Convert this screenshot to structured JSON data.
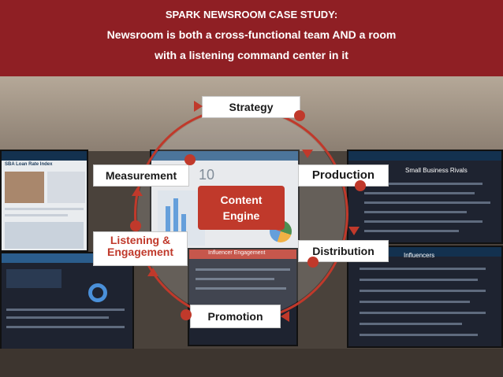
{
  "banner": {
    "title": "SPARK NEWSROOM CASE STUDY:",
    "line2": "Newsroom is both a cross-functional team AND a room",
    "line3": "with a listening command center in it"
  },
  "cycle": {
    "center": "Content Engine",
    "center_line1": "Content",
    "center_line2": "Engine",
    "stages": {
      "strategy": "Strategy",
      "production": "Production",
      "distribution": "Distribution",
      "promotion": "Promotion",
      "listening_line1": "Listening &",
      "listening_line2": "Engagement",
      "measurement": "Measurement"
    }
  },
  "screens": {
    "small_business_rivals": "Small Business Rivals",
    "influencers": "Influencers",
    "influencer_engagement": "Influencer Engagement",
    "sba_header": "SBA Loan Rate Index",
    "big_number": "10"
  },
  "colors": {
    "banner": "#8f1f24",
    "accent": "#c0392b"
  }
}
